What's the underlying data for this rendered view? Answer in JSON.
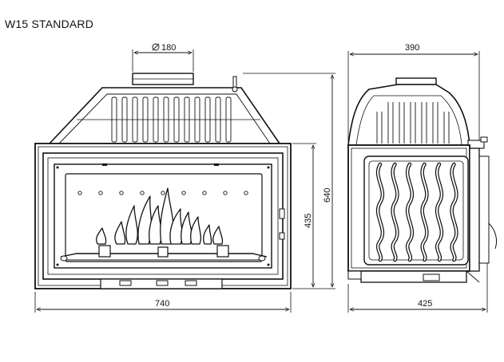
{
  "title": "W15 STANDARD",
  "dimensions": {
    "flue_diameter": "180",
    "total_width": "740",
    "total_height": "640",
    "door_height": "435",
    "side_depth_top": "390",
    "side_depth_bottom": "425"
  }
}
